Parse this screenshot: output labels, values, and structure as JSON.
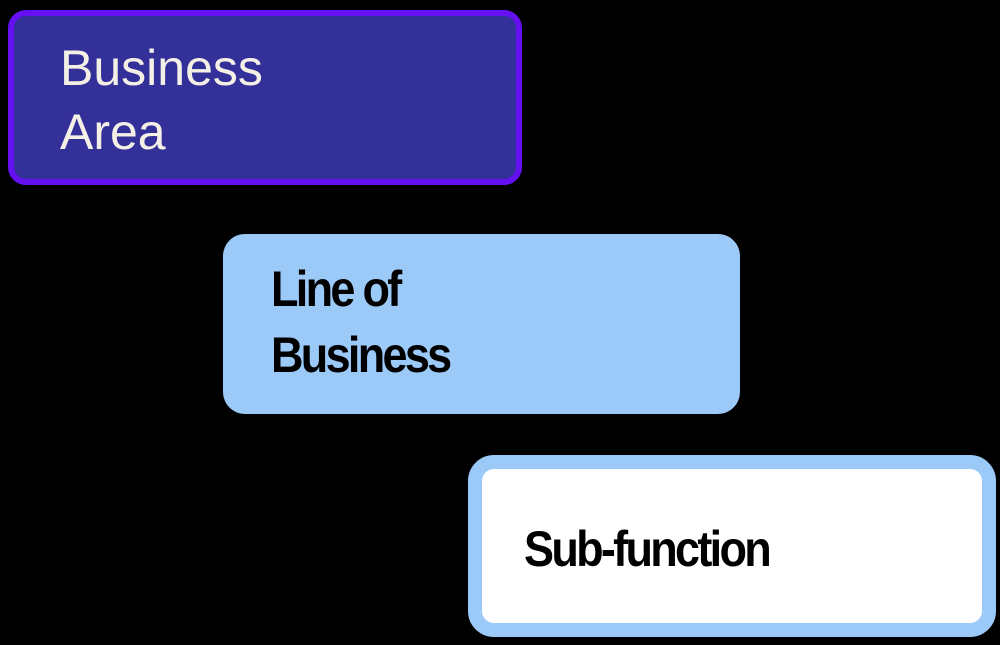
{
  "diagram": {
    "type": "hierarchy",
    "nodes": [
      {
        "id": "business-area",
        "label_lines": [
          "Business",
          "Area"
        ],
        "fill": "#34309a",
        "border": "#6410f0",
        "text_color": "#f4f0e6"
      },
      {
        "id": "line-of-business",
        "label_lines": [
          "Line of",
          "Business"
        ],
        "fill": "#9ccaf8",
        "text_color": "#000000"
      },
      {
        "id": "sub-function",
        "label_lines": [
          "Sub-function"
        ],
        "fill": "#ffffff",
        "border": "#9ccaf8",
        "text_color": "#000000"
      }
    ],
    "edges": [
      {
        "from": "business-area",
        "to": "line-of-business",
        "style": "elbow",
        "color": "#000000"
      },
      {
        "from": "line-of-business",
        "to": "sub-function",
        "style": "elbow",
        "color": "#000000"
      }
    ],
    "background": "#000000"
  }
}
